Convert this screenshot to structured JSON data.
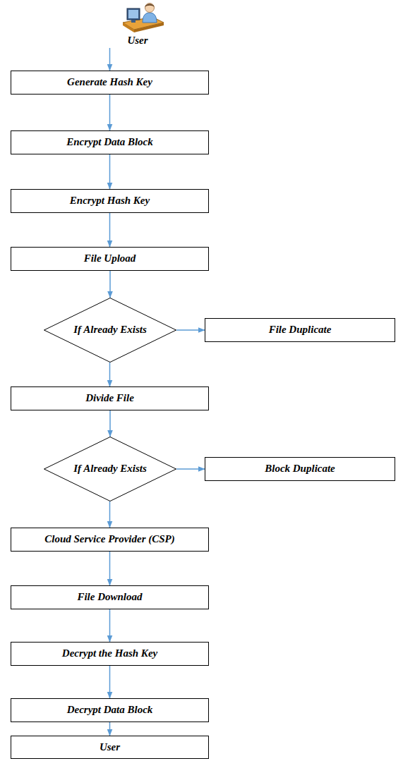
{
  "diagram": {
    "nodes": [
      {
        "text": [
          "User"
        ]
      },
      {
        "text": [
          "Generate Hash Key"
        ]
      },
      {
        "text": [
          "Encrypt Data Block"
        ]
      },
      {
        "text": [
          "Encrypt Hash Key"
        ]
      },
      {
        "text": [
          "File Upload"
        ]
      },
      {
        "text": [
          "If Already Exists"
        ]
      },
      {
        "text": [
          "File Duplicate"
        ]
      },
      {
        "text": [
          "Divide File"
        ]
      },
      {
        "text": [
          "If Already Exists"
        ]
      },
      {
        "text": [
          "Block Duplicate"
        ]
      },
      {
        "text": [
          "Cloud Service Provider (CSP)"
        ]
      },
      {
        "text": [
          "File Download"
        ]
      },
      {
        "text": [
          "Decrypt the Hash Key"
        ]
      },
      {
        "text": [
          "Decrypt Data Block"
        ]
      },
      {
        "text": [
          "User"
        ]
      }
    ],
    "edges": [
      {
        "from": 0,
        "to": 1,
        "arrow": "to"
      },
      {
        "from": 1,
        "to": 2,
        "arrow": "to"
      },
      {
        "from": 2,
        "to": 3,
        "arrow": "to"
      },
      {
        "from": 3,
        "to": 4,
        "arrow": "to"
      },
      {
        "from": 4,
        "to": 5,
        "arrow": "to"
      },
      {
        "from": 5,
        "to": 6,
        "arrow": "to"
      },
      {
        "from": 5,
        "to": 7,
        "arrow": "to"
      },
      {
        "from": 7,
        "to": 8,
        "arrow": "to"
      },
      {
        "from": 8,
        "to": 9,
        "arrow": "to"
      },
      {
        "from": 8,
        "to": 10,
        "arrow": "to"
      },
      {
        "from": 10,
        "to": 11,
        "arrow": "to"
      },
      {
        "from": 11,
        "to": 12,
        "arrow": "to"
      },
      {
        "from": 12,
        "to": 13,
        "arrow": "to"
      },
      {
        "from": 13,
        "to": 14,
        "arrow": "to"
      }
    ]
  }
}
